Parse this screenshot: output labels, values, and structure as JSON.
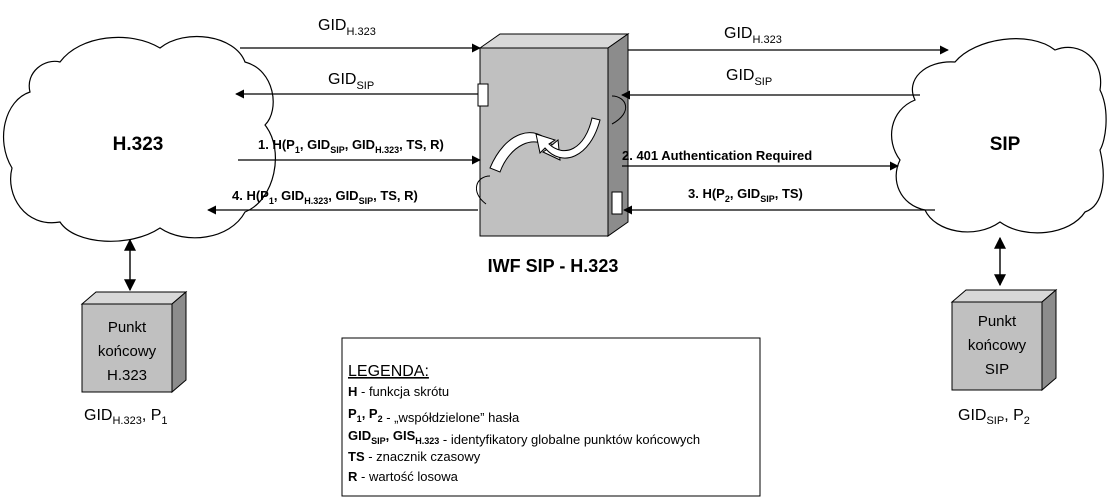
{
  "colors": {
    "box_fill": "#c0c0c0",
    "box_side": "#8c8c8c",
    "box_top": "#d8d8d8",
    "cloud_fill": "#ffffff",
    "stroke": "#000000"
  },
  "clouds": {
    "left": {
      "label": "H.323"
    },
    "right": {
      "label": "SIP"
    }
  },
  "iwf": {
    "label": "IWF SIP - H.323"
  },
  "arrows": {
    "top_left_gid_h323": {
      "base": "GID",
      "sub": "H.323"
    },
    "top_left_gid_sip": {
      "base": "GID",
      "sub": "SIP"
    },
    "top_right_gid_h323": {
      "base": "GID",
      "sub": "H.323"
    },
    "top_right_gid_sip": {
      "base": "GID",
      "sub": "SIP"
    },
    "msg1": {
      "parts": [
        {
          "t": "1. H(P"
        },
        {
          "s": "1"
        },
        {
          "t": ", GID"
        },
        {
          "s": "SIP"
        },
        {
          "t": ", GID"
        },
        {
          "s": "H.323"
        },
        {
          "t": ", TS, R)"
        }
      ]
    },
    "msg2": {
      "parts": [
        {
          "t": "2. 401 Authentication Required"
        }
      ]
    },
    "msg3": {
      "parts": [
        {
          "t": "3. H(P"
        },
        {
          "s": "2"
        },
        {
          "t": ", GID"
        },
        {
          "s": "SIP"
        },
        {
          "t": ", TS)"
        }
      ]
    },
    "msg4": {
      "parts": [
        {
          "t": "4. H(P"
        },
        {
          "s": "1"
        },
        {
          "t": ", GID"
        },
        {
          "s": "H.323"
        },
        {
          "t": ", GID"
        },
        {
          "s": "SIP"
        },
        {
          "t": ", TS, R)"
        }
      ]
    }
  },
  "endpoints": {
    "left": {
      "lines": [
        "Punkt",
        "końcowy",
        "H.323"
      ],
      "caption": [
        {
          "t": "GID"
        },
        {
          "s": "H.323"
        },
        {
          "t": ", P"
        },
        {
          "s": "1"
        }
      ]
    },
    "right": {
      "lines": [
        "Punkt",
        "końcowy",
        "SIP"
      ],
      "caption": [
        {
          "t": "GID"
        },
        {
          "s": "SIP"
        },
        {
          "t": ", P"
        },
        {
          "s": "2"
        }
      ]
    }
  },
  "legend": {
    "title": "LEGENDA:",
    "items": [
      {
        "key": [
          {
            "t": "H"
          }
        ],
        "desc": " - funkcja skrótu"
      },
      {
        "key": [
          {
            "t": "P"
          },
          {
            "s": "1"
          },
          {
            "t": ", P"
          },
          {
            "s": "2"
          }
        ],
        "desc": " - „współdzielone” hasła"
      },
      {
        "key": [
          {
            "t": "GID"
          },
          {
            "s": "SIP"
          },
          {
            "t": ", GIS"
          },
          {
            "s": "H.323"
          }
        ],
        "desc": " - identyfikatory globalne punktów końcowych"
      },
      {
        "key": [
          {
            "t": "TS"
          }
        ],
        "desc": " - znacznik czasowy"
      },
      {
        "key": [
          {
            "t": "R"
          }
        ],
        "desc": " - wartość losowa"
      }
    ]
  }
}
